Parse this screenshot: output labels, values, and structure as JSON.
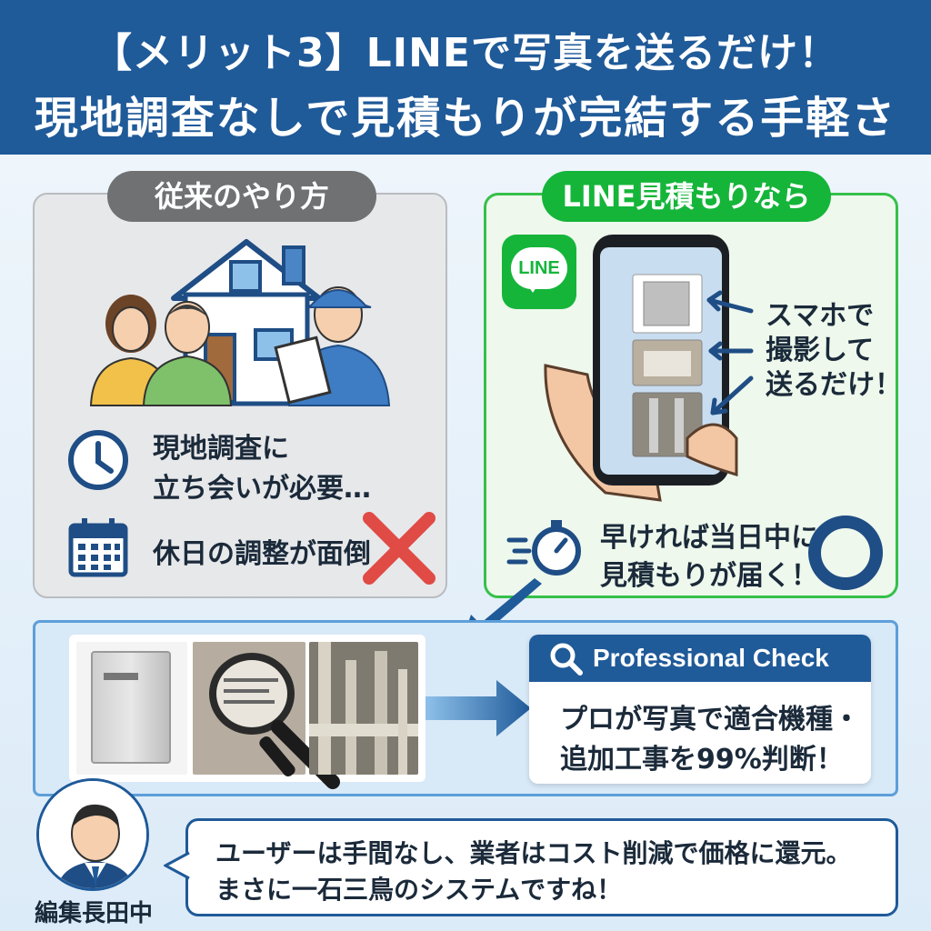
{
  "header": {
    "line1": "【メリット3】LINEで写真を送るだけ！",
    "line2": "現地調査なしで見積もりが完結する手軽さ"
  },
  "left_panel": {
    "title": "従来のやり方",
    "item1": [
      "現地調査に",
      "立ち会いが必要…"
    ],
    "item2": "休日の調整が面倒",
    "item1_icon": "clock-icon",
    "item2_icon": "calendar-icon",
    "mark": "cross-icon"
  },
  "right_panel": {
    "title": "LINE見積もりなら",
    "line_logo": "LINE",
    "phone_caption": [
      "スマホで",
      "撮影して",
      "送るだけ！"
    ],
    "result": [
      "早ければ当日中に",
      "見積もりが届く！"
    ],
    "result_icon": "stopwatch-icon",
    "mark": "circle-icon"
  },
  "bottom": {
    "check_title": "Professional Check",
    "check_body": [
      "プロが写真で適合機種・",
      "追加工事を99%判断！"
    ]
  },
  "comment": {
    "text": [
      "ユーザーは手間なし、業者はコスト削減で価格に還元。",
      "まさに一石三鳥のシステムですね！"
    ],
    "author": "編集長田中"
  },
  "colors": {
    "header_blue": "#1f5a99",
    "green": "#15b53a",
    "gray_pill": "#6f7173",
    "cross_red": "#e04b45"
  }
}
